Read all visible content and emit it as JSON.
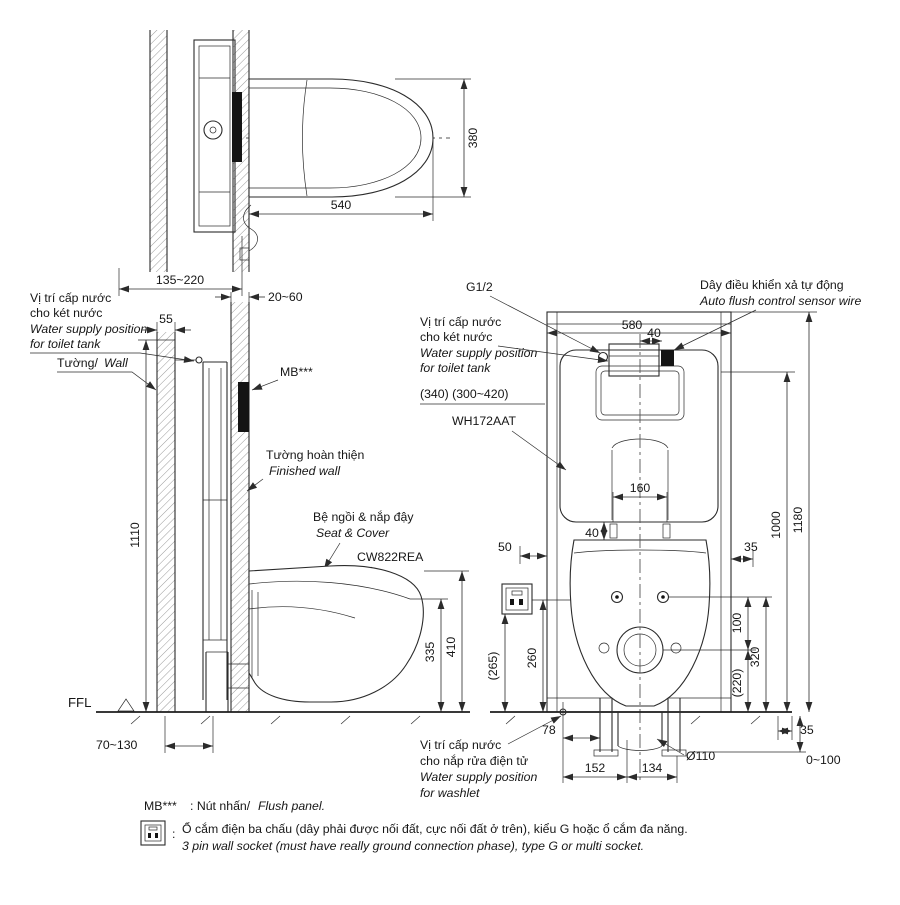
{
  "plan": {
    "dim_depth": "380",
    "dim_length": "540",
    "dim_wall_range": "135~220"
  },
  "side": {
    "supply_vi1": "Vị trí cấp nước",
    "supply_vi2": "cho két nước",
    "supply_en1": "Water supply position",
    "supply_en2": "for toilet tank",
    "dim_wall": "55",
    "dim_finish": "20~60",
    "wall_vi": "Tường/",
    "wall_en": "Wall",
    "mb": "MB***",
    "finished_vi": "Tường hoàn thiện",
    "finished_en": "Finished wall",
    "seat_vi": "Bệ ngồi & nắp đậy",
    "seat_en": "Seat & Cover",
    "seat_model": "CW822REA",
    "dim_height": "1110",
    "dim_seat": "335",
    "dim_lid": "410",
    "ffl": "FFL",
    "dim_drain": "70~130"
  },
  "front": {
    "thread": "G1/2",
    "autoflush_vi": "Dây điều khiển xả tự động",
    "autoflush_en": "Auto flush control sensor wire",
    "supply_vi1": "Vị trí cấp nước",
    "supply_vi2": "cho két nước",
    "supply_en1": "Water supply position",
    "supply_en2": "for toilet tank",
    "dim_supply_h": "(340) (300~420)",
    "tank_model": "WH172AAT",
    "dim_width": "580",
    "dim_wire_off": "40",
    "dim_bolts": "160",
    "dim_gap": "40",
    "dim_left": "50",
    "dim_right": "35",
    "dim_100": "100",
    "dim_320": "320",
    "dim_220": "(220)",
    "dim_260": "260",
    "dim_265": "(265)",
    "dim_1000": "1000",
    "dim_1180": "1180",
    "dim_78": "78",
    "dim_35b": "35",
    "dim_drain_dia": "Ø110",
    "dim_adjust": "0~100",
    "dim_152": "152",
    "dim_134": "134",
    "washlet_vi1": "Vị trí cấp nước",
    "washlet_vi2": "cho nắp rửa điện tử",
    "washlet_en1": "Water supply position",
    "washlet_en2": "for washlet"
  },
  "notes": {
    "mb_code": "MB***",
    "mb_vi": ": Nút nhấn/",
    "mb_en": "Flush panel.",
    "colon": ":",
    "socket_vi": "Ổ cắm điện ba chấu (dây phải được nối đất, cực nối đất ở trên), kiểu G hoặc ổ cắm đa năng.",
    "socket_en": "3 pin wall socket (must have really ground connection phase), type G or multi socket."
  }
}
